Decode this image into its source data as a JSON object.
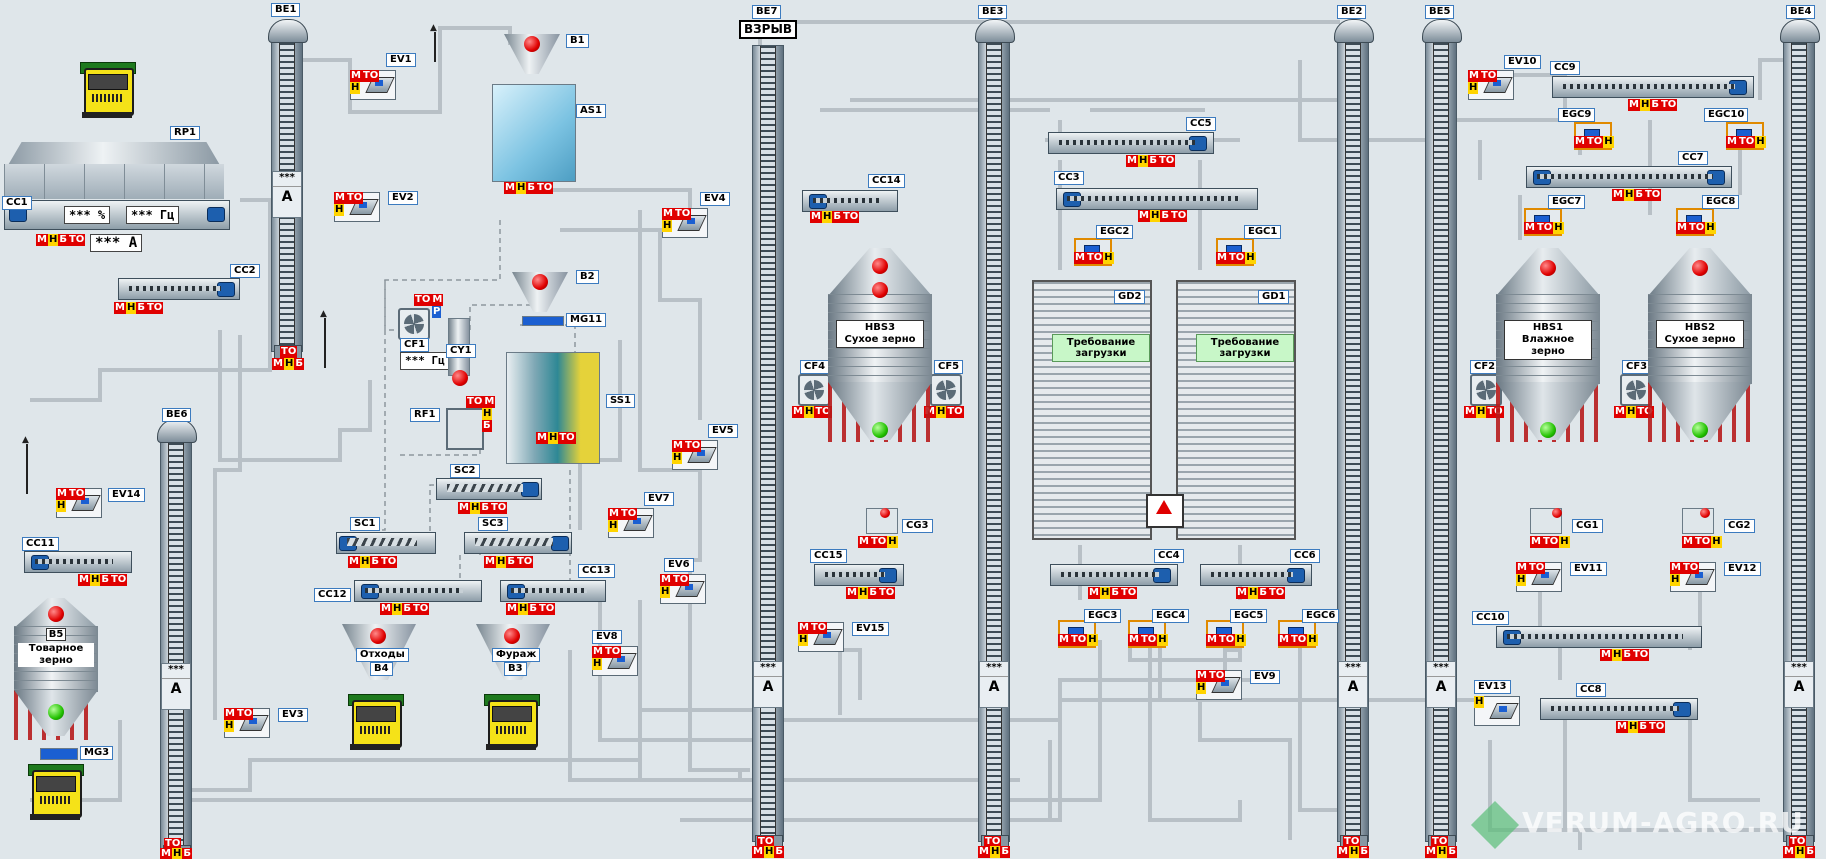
{
  "scene": {
    "watermark": "VERUM-AGRO.RU",
    "placeholder": "***",
    "auto_label": "A",
    "colors": {
      "background": "#dfe6ea",
      "pipe": "#b8c0c6",
      "alarm": "#e00000",
      "ok": "#22c100",
      "status_yellow": "#ffd400",
      "label_border": "#3c7bbf"
    }
  },
  "elevators": [
    {
      "id": "BE1"
    },
    {
      "id": "BE6"
    },
    {
      "id": "BE7",
      "alarm": "ВЗРЫВ"
    },
    {
      "id": "BE3"
    },
    {
      "id": "BE2"
    },
    {
      "id": "BE5"
    },
    {
      "id": "BE4"
    }
  ],
  "rp1": {
    "id": "RP1"
  },
  "cc1": {
    "id": "CC1",
    "moisture": "***",
    "moisture_unit": "%",
    "freq": "***",
    "freq_unit": "Гц",
    "current": "*** A"
  },
  "conveyors": [
    {
      "id": "CC2"
    },
    {
      "id": "CC11"
    },
    {
      "id": "CC12"
    },
    {
      "id": "CC13"
    },
    {
      "id": "CC14"
    },
    {
      "id": "CC15"
    },
    {
      "id": "CC5"
    },
    {
      "id": "CC3"
    },
    {
      "id": "CC4"
    },
    {
      "id": "CC6"
    },
    {
      "id": "CC9"
    },
    {
      "id": "CC7"
    },
    {
      "id": "CC10"
    },
    {
      "id": "CC8"
    }
  ],
  "screws": [
    {
      "id": "SC1"
    },
    {
      "id": "SC2"
    },
    {
      "id": "SC3"
    }
  ],
  "valves": [
    {
      "id": "EV1"
    },
    {
      "id": "EV2"
    },
    {
      "id": "EV3"
    },
    {
      "id": "EV4"
    },
    {
      "id": "EV5"
    },
    {
      "id": "EV6"
    },
    {
      "id": "EV7"
    },
    {
      "id": "EV8"
    },
    {
      "id": "EV9"
    },
    {
      "id": "EV10"
    },
    {
      "id": "EV11"
    },
    {
      "id": "EV12"
    },
    {
      "id": "EV13"
    },
    {
      "id": "EV14"
    },
    {
      "id": "EV15"
    }
  ],
  "feeders": [
    {
      "id": "EGC1"
    },
    {
      "id": "EGC2"
    },
    {
      "id": "EGC3"
    },
    {
      "id": "EGC4"
    },
    {
      "id": "EGC5"
    },
    {
      "id": "EGC6"
    },
    {
      "id": "EGC7"
    },
    {
      "id": "EGC8"
    },
    {
      "id": "EGC9"
    },
    {
      "id": "EGC10"
    }
  ],
  "gates": [
    {
      "id": "CG1"
    },
    {
      "id": "CG2"
    },
    {
      "id": "CG3"
    },
    {
      "id": "MG3"
    },
    {
      "id": "MG11"
    }
  ],
  "fans": [
    {
      "id": "CF1"
    },
    {
      "id": "CF2"
    },
    {
      "id": "CF3"
    },
    {
      "id": "CF4"
    },
    {
      "id": "CF5"
    }
  ],
  "cf1": {
    "freq": "***",
    "freq_unit": "Гц"
  },
  "bins": [
    {
      "id": "B1"
    },
    {
      "id": "B2"
    }
  ],
  "machines": [
    {
      "id": "AS1"
    },
    {
      "id": "SS1"
    },
    {
      "id": "CY1"
    },
    {
      "id": "RF1"
    }
  ],
  "silos": [
    {
      "id": "HBS3",
      "name": "Сухое зерно"
    },
    {
      "id": "HBS1",
      "name": "Влажное зерно"
    },
    {
      "id": "HBS2",
      "name": "Сухое зерно"
    },
    {
      "id": "B5",
      "name": "Товарное зерно"
    }
  ],
  "hoppers": [
    {
      "id": "B4",
      "name": "Отходы"
    },
    {
      "id": "B3",
      "name": "Фураж"
    }
  ],
  "dryers": [
    {
      "id": "GD2",
      "status": "Требование загрузки"
    },
    {
      "id": "GD1",
      "status": "Требование загрузки"
    }
  ]
}
